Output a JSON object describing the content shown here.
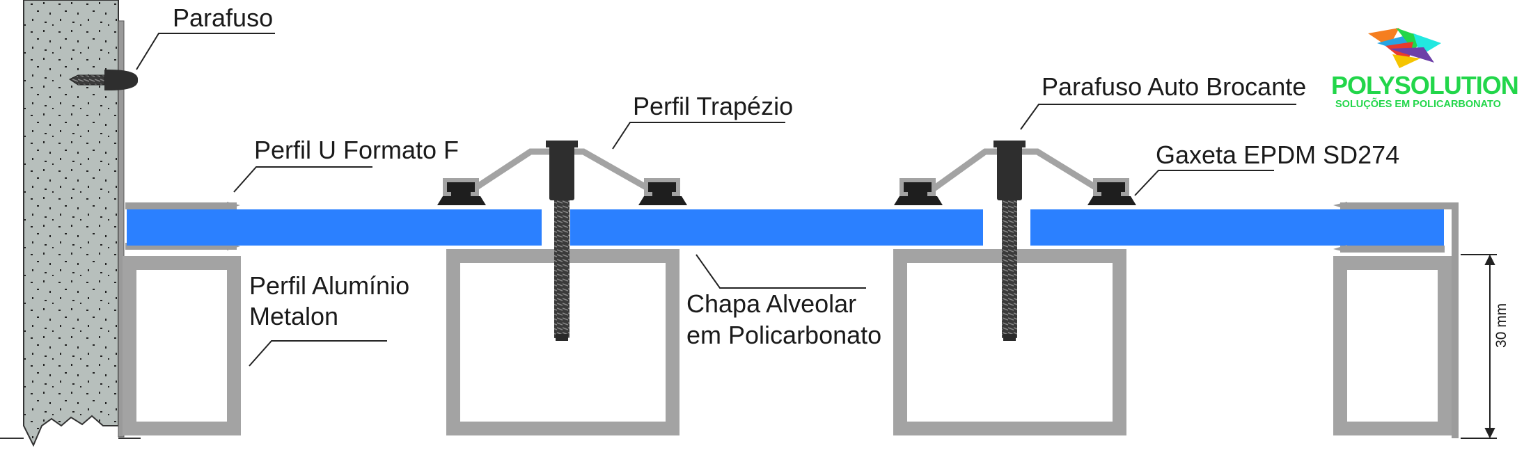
{
  "labels": {
    "parafuso": "Parafuso",
    "perfil_u": "Perfil U Formato F",
    "perfil_trapezio": "Perfil Trapézio",
    "parafuso_auto": "Parafuso Auto Brocante",
    "gaxeta": "Gaxeta  EPDM SD274",
    "perfil_aluminio_l1": "Perfil Alumínio",
    "perfil_aluminio_l2": "Metalon",
    "chapa_l1": "Chapa Alveolar",
    "chapa_l2": "em Policarbonato"
  },
  "dimension": {
    "text": "30 mm"
  },
  "logo": {
    "name": "POLYSOLUTION",
    "tagline": "SOLUÇÕES EM POLICARBONATO"
  },
  "colors": {
    "polycarbonate": "#2b80ff",
    "aluminum": "#a3a3a3",
    "gasket": "#1e1e1e",
    "wall": "#b7bfbc",
    "logo_green": "#22d64a"
  }
}
